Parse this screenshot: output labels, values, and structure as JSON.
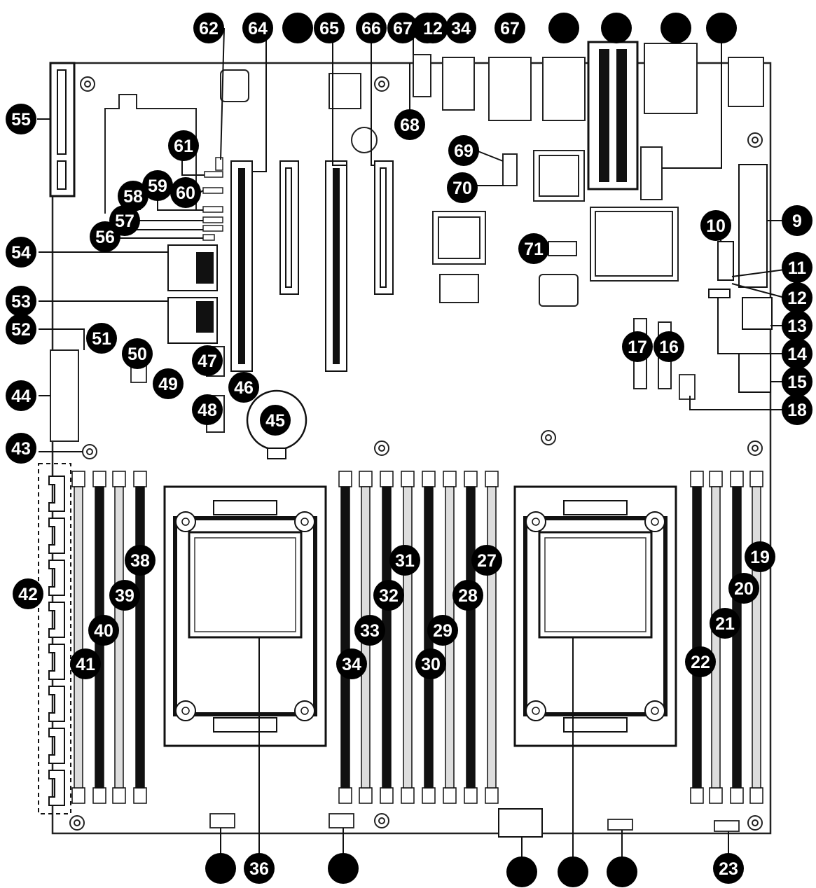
{
  "callouts": {
    "c1": "",
    "c2": "12",
    "c3": "34",
    "c4": "67",
    "c5": "",
    "c6": "",
    "c7": "",
    "c8": "",
    "c9": "9",
    "c10": "10",
    "c11": "11",
    "c12": "12",
    "c13": "13",
    "c14": "14",
    "c15": "15",
    "c16": "16",
    "c17": "17",
    "c18": "18",
    "c19": "19",
    "c20": "20",
    "c21": "21",
    "c22": "22",
    "c23": "23",
    "c24": "",
    "c25": "",
    "c26": "",
    "c27": "27",
    "c28": "28",
    "c29": "29",
    "c30": "30",
    "c31": "31",
    "c32": "32",
    "c33": "33",
    "c34": "34",
    "c35": "",
    "c36": "36",
    "c37": "",
    "c38": "38",
    "c39": "39",
    "c40": "40",
    "c41": "41",
    "c42": "42",
    "c43": "43",
    "c44": "44",
    "c45": "45",
    "c46": "46",
    "c47": "47",
    "c48": "48",
    "c49": "49",
    "c50": "50",
    "c51": "51",
    "c52": "52",
    "c53": "53",
    "c54": "54",
    "c55": "55",
    "c56": "56",
    "c57": "57",
    "c58": "58",
    "c59": "59",
    "c60": "60",
    "c61": "61",
    "c62": "62",
    "c63": "",
    "c64": "64",
    "c65": "65",
    "c66": "66",
    "c67": "67",
    "c68": "68",
    "c69": "69",
    "c70": "70",
    "c71": "71"
  }
}
